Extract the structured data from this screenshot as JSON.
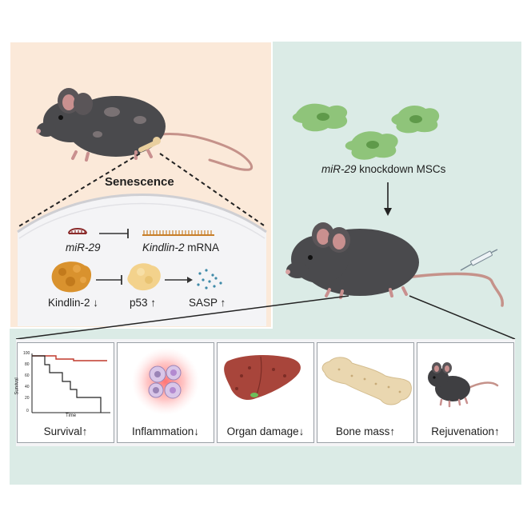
{
  "senescence": {
    "title": "Senescence",
    "mir29": "miR-29",
    "kindlin2_mrna_gene": "Kindlin-2",
    "kindlin2_mrna_suffix": "mRNA",
    "kindlin2_protein": "Kindlin-2",
    "kindlin2_arrow": "↓",
    "p53": "p53",
    "p53_arrow": "↑",
    "sasp": "SASP",
    "sasp_arrow": "↑"
  },
  "treatment": {
    "msc_gene": "miR-29",
    "msc_label": "knockdown MSCs"
  },
  "outcomes": [
    {
      "label": "Survival",
      "arrow": "↑"
    },
    {
      "label": "Inflammation",
      "arrow": "↓"
    },
    {
      "label": "Organ damage",
      "arrow": "↓"
    },
    {
      "label": "Bone mass",
      "arrow": "↑"
    },
    {
      "label": "Rejuvenation",
      "arrow": "↑"
    }
  ],
  "survival_plot": {
    "ylabel": "Survival",
    "xlabel": "Time",
    "yticks": [
      "100",
      "80",
      "60",
      "40",
      "20",
      "0"
    ]
  },
  "colors": {
    "left_panel_bg": "#fbe9d9",
    "right_panel_bg": "#dbebe6",
    "mouse": "#4a4a4d",
    "msc": "#8fc47a",
    "kindlin": "#d9922e",
    "p53_blob": "#f3d28c",
    "survival_treated": "#c0392b"
  }
}
